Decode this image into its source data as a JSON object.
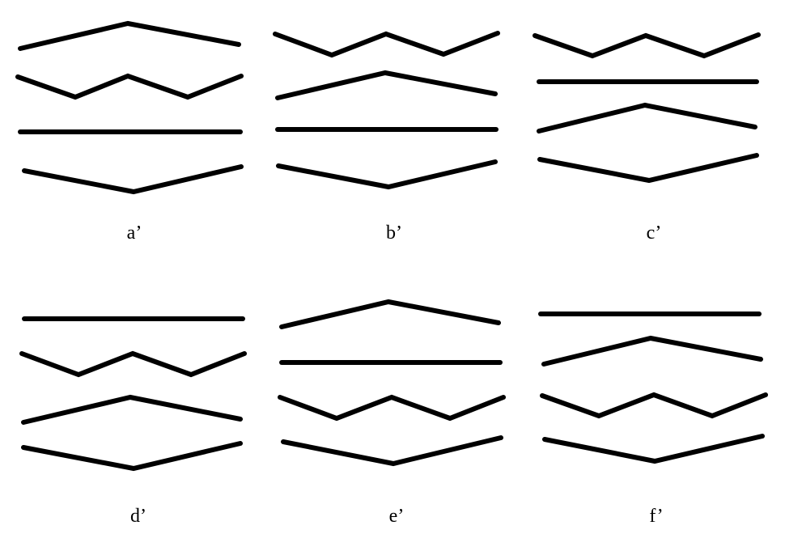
{
  "panels": [
    {
      "label": "a’",
      "rows": [
        "peak",
        "zigzag",
        "flat",
        "valley"
      ]
    },
    {
      "label": "b’",
      "rows": [
        "zigzag",
        "peak",
        "flat",
        "valley"
      ]
    },
    {
      "label": "c’",
      "rows": [
        "zigzag",
        "flat",
        "peak",
        "valley"
      ]
    },
    {
      "label": "d’",
      "rows": [
        "flat",
        "zigzag",
        "peak",
        "valley"
      ]
    },
    {
      "label": "e’",
      "rows": [
        "peak",
        "flat",
        "zigzag",
        "valley"
      ]
    },
    {
      "label": "f’",
      "rows": [
        "flat",
        "peak",
        "zigzag",
        "valley"
      ]
    }
  ],
  "colors": {
    "stroke": "#000000",
    "background": "#ffffff"
  }
}
